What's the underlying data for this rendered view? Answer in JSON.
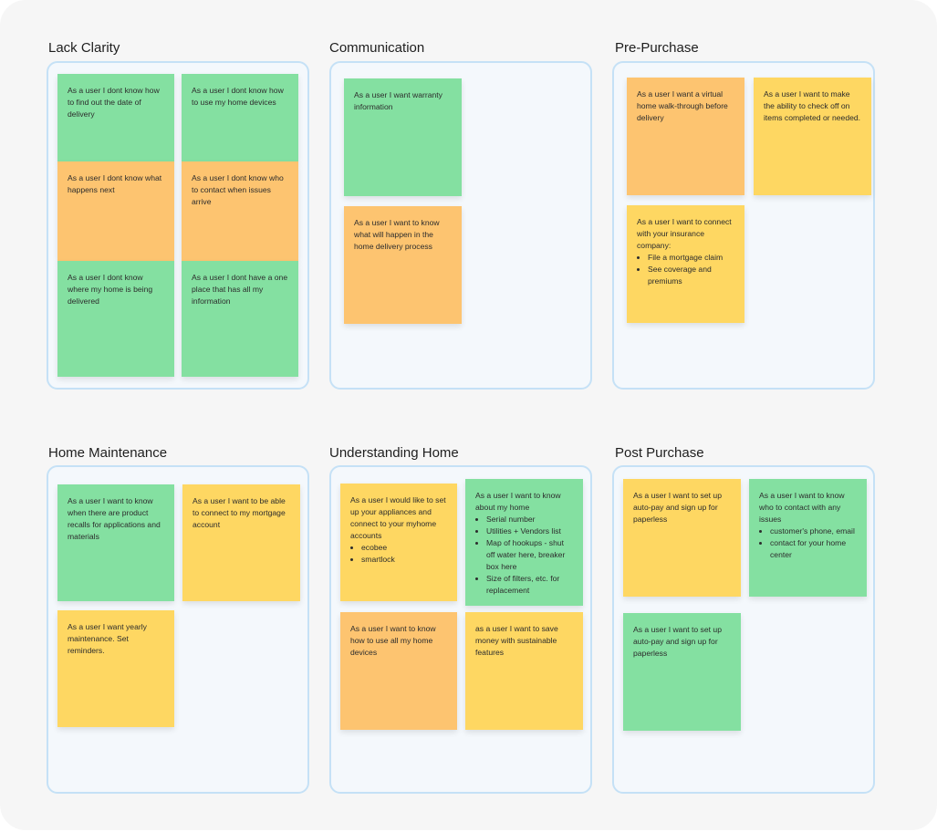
{
  "colors": {
    "green": "#84e0a1",
    "orange": "#fdc470",
    "yellow": "#fed762",
    "frame_border": "#c5e1f6"
  },
  "sections": [
    {
      "title": "Lack Clarity",
      "notes": [
        {
          "color": "green",
          "text": "As a user I dont know how to find out the date of delivery"
        },
        {
          "color": "green",
          "text": "As a user I dont know how to use my home devices"
        },
        {
          "color": "orange",
          "text": "As a user I dont know what happens next"
        },
        {
          "color": "orange",
          "text": "As a user I dont know who to contact when issues arrive"
        },
        {
          "color": "green",
          "text": "As a user I dont know where my home is being delivered"
        },
        {
          "color": "green",
          "text": "As a user I dont have a one place that has all my information"
        }
      ]
    },
    {
      "title": "Communication",
      "notes": [
        {
          "color": "green",
          "text": "As a user I want warranty information"
        },
        {
          "color": "orange",
          "text": "As a user I want to know what will happen in the home delivery process"
        }
      ]
    },
    {
      "title": "Pre-Purchase",
      "notes": [
        {
          "color": "orange",
          "text": "As a user I want a virtual home walk-through before delivery"
        },
        {
          "color": "yellow",
          "text": "As a user I want to make the ability to check off on items completed or needed."
        },
        {
          "color": "yellow",
          "text": "As a user I want to connect with your insurance company:",
          "bullets": [
            "File a mortgage claim",
            "See coverage and premiums"
          ]
        }
      ]
    },
    {
      "title": "Home Maintenance",
      "notes": [
        {
          "color": "green",
          "text": "As a user I want to know when there are product recalls for applications and materials"
        },
        {
          "color": "yellow",
          "text": "As a user I want to be able to connect to my mortgage account"
        },
        {
          "color": "yellow",
          "text": "As a user I want yearly maintenance. Set reminders."
        }
      ]
    },
    {
      "title": "Understanding Home",
      "notes": [
        {
          "color": "yellow",
          "text": "As a user I would like to set up your appliances and connect to your myhome accounts",
          "bullets": [
            "ecobee",
            "smartlock"
          ]
        },
        {
          "color": "green",
          "text": "As a user I want to know about my home",
          "bullets": [
            "Serial number",
            "Utilities + Vendors list",
            "Map of hookups - shut off water here, breaker box here",
            "Size of filters, etc. for replacement"
          ]
        },
        {
          "color": "orange",
          "text": "As a user I want to know how to use all my home devices"
        },
        {
          "color": "yellow",
          "text": "as a user I want to save money with sustainable features"
        }
      ]
    },
    {
      "title": "Post Purchase",
      "notes": [
        {
          "color": "yellow",
          "text": "As a user I want to set up auto-pay and sign up for paperless"
        },
        {
          "color": "green",
          "text": "As a user I want to know who to contact with any issues",
          "bullets": [
            "customer's phone, email",
            "contact for your home center"
          ]
        },
        {
          "color": "green",
          "text": "As a user I want to set up auto-pay and sign up for paperless"
        }
      ]
    }
  ]
}
